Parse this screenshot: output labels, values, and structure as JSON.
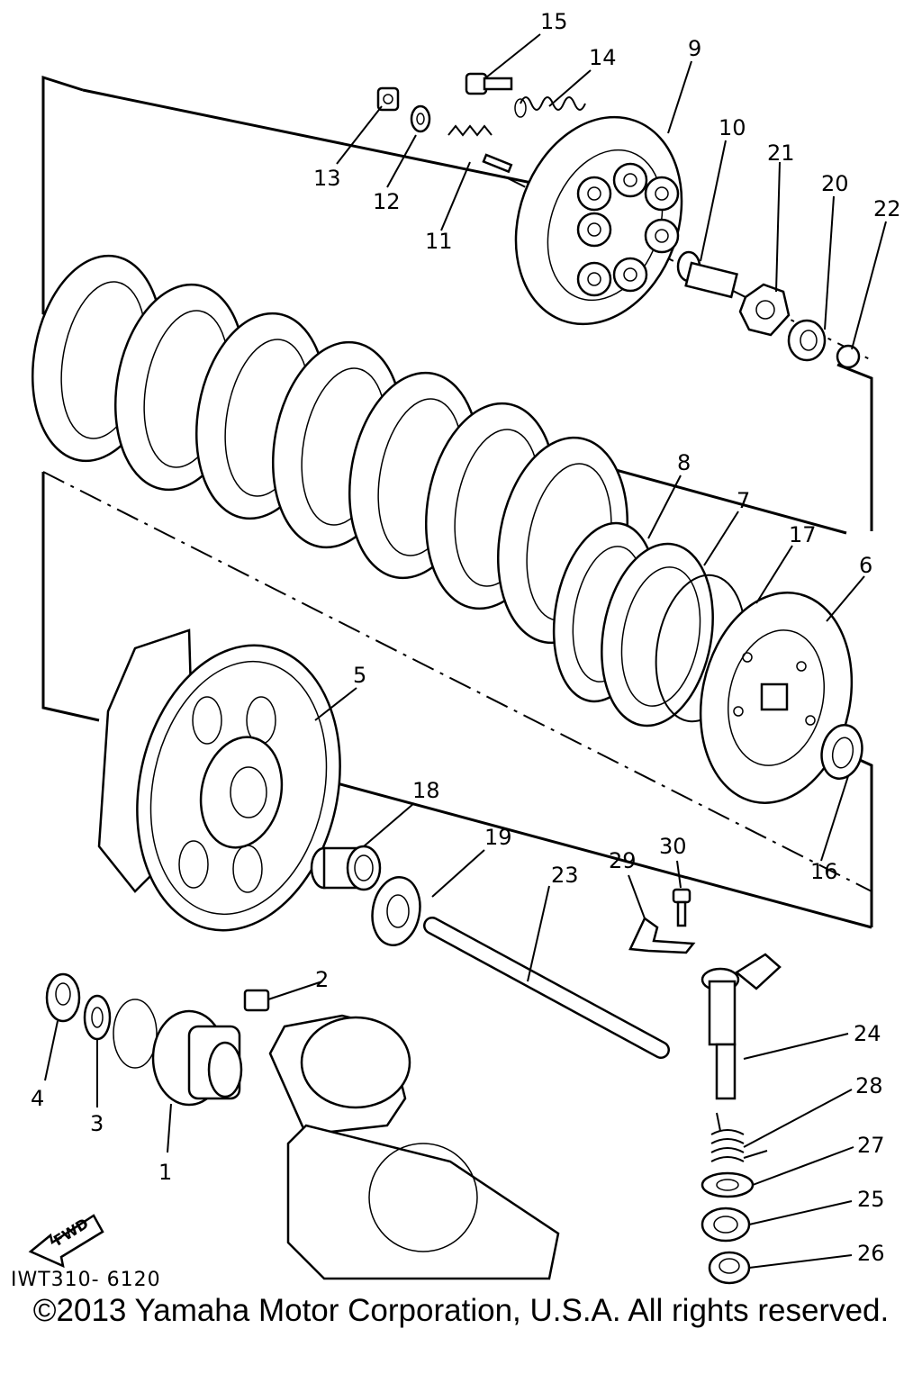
{
  "diagram": {
    "part_numbers": [
      "1",
      "2",
      "3",
      "4",
      "5",
      "6",
      "7",
      "8",
      "9",
      "10",
      "11",
      "12",
      "13",
      "14",
      "15",
      "16",
      "17",
      "18",
      "19",
      "20",
      "21",
      "22",
      "23",
      "24",
      "25",
      "26",
      "27",
      "28",
      "29",
      "30"
    ],
    "drawing_code": "IWT310- 6120",
    "fwd_label": "FWD"
  },
  "footer": {
    "copyright": "©2013 Yamaha Motor Corporation, U.S.A. All rights reserved."
  }
}
